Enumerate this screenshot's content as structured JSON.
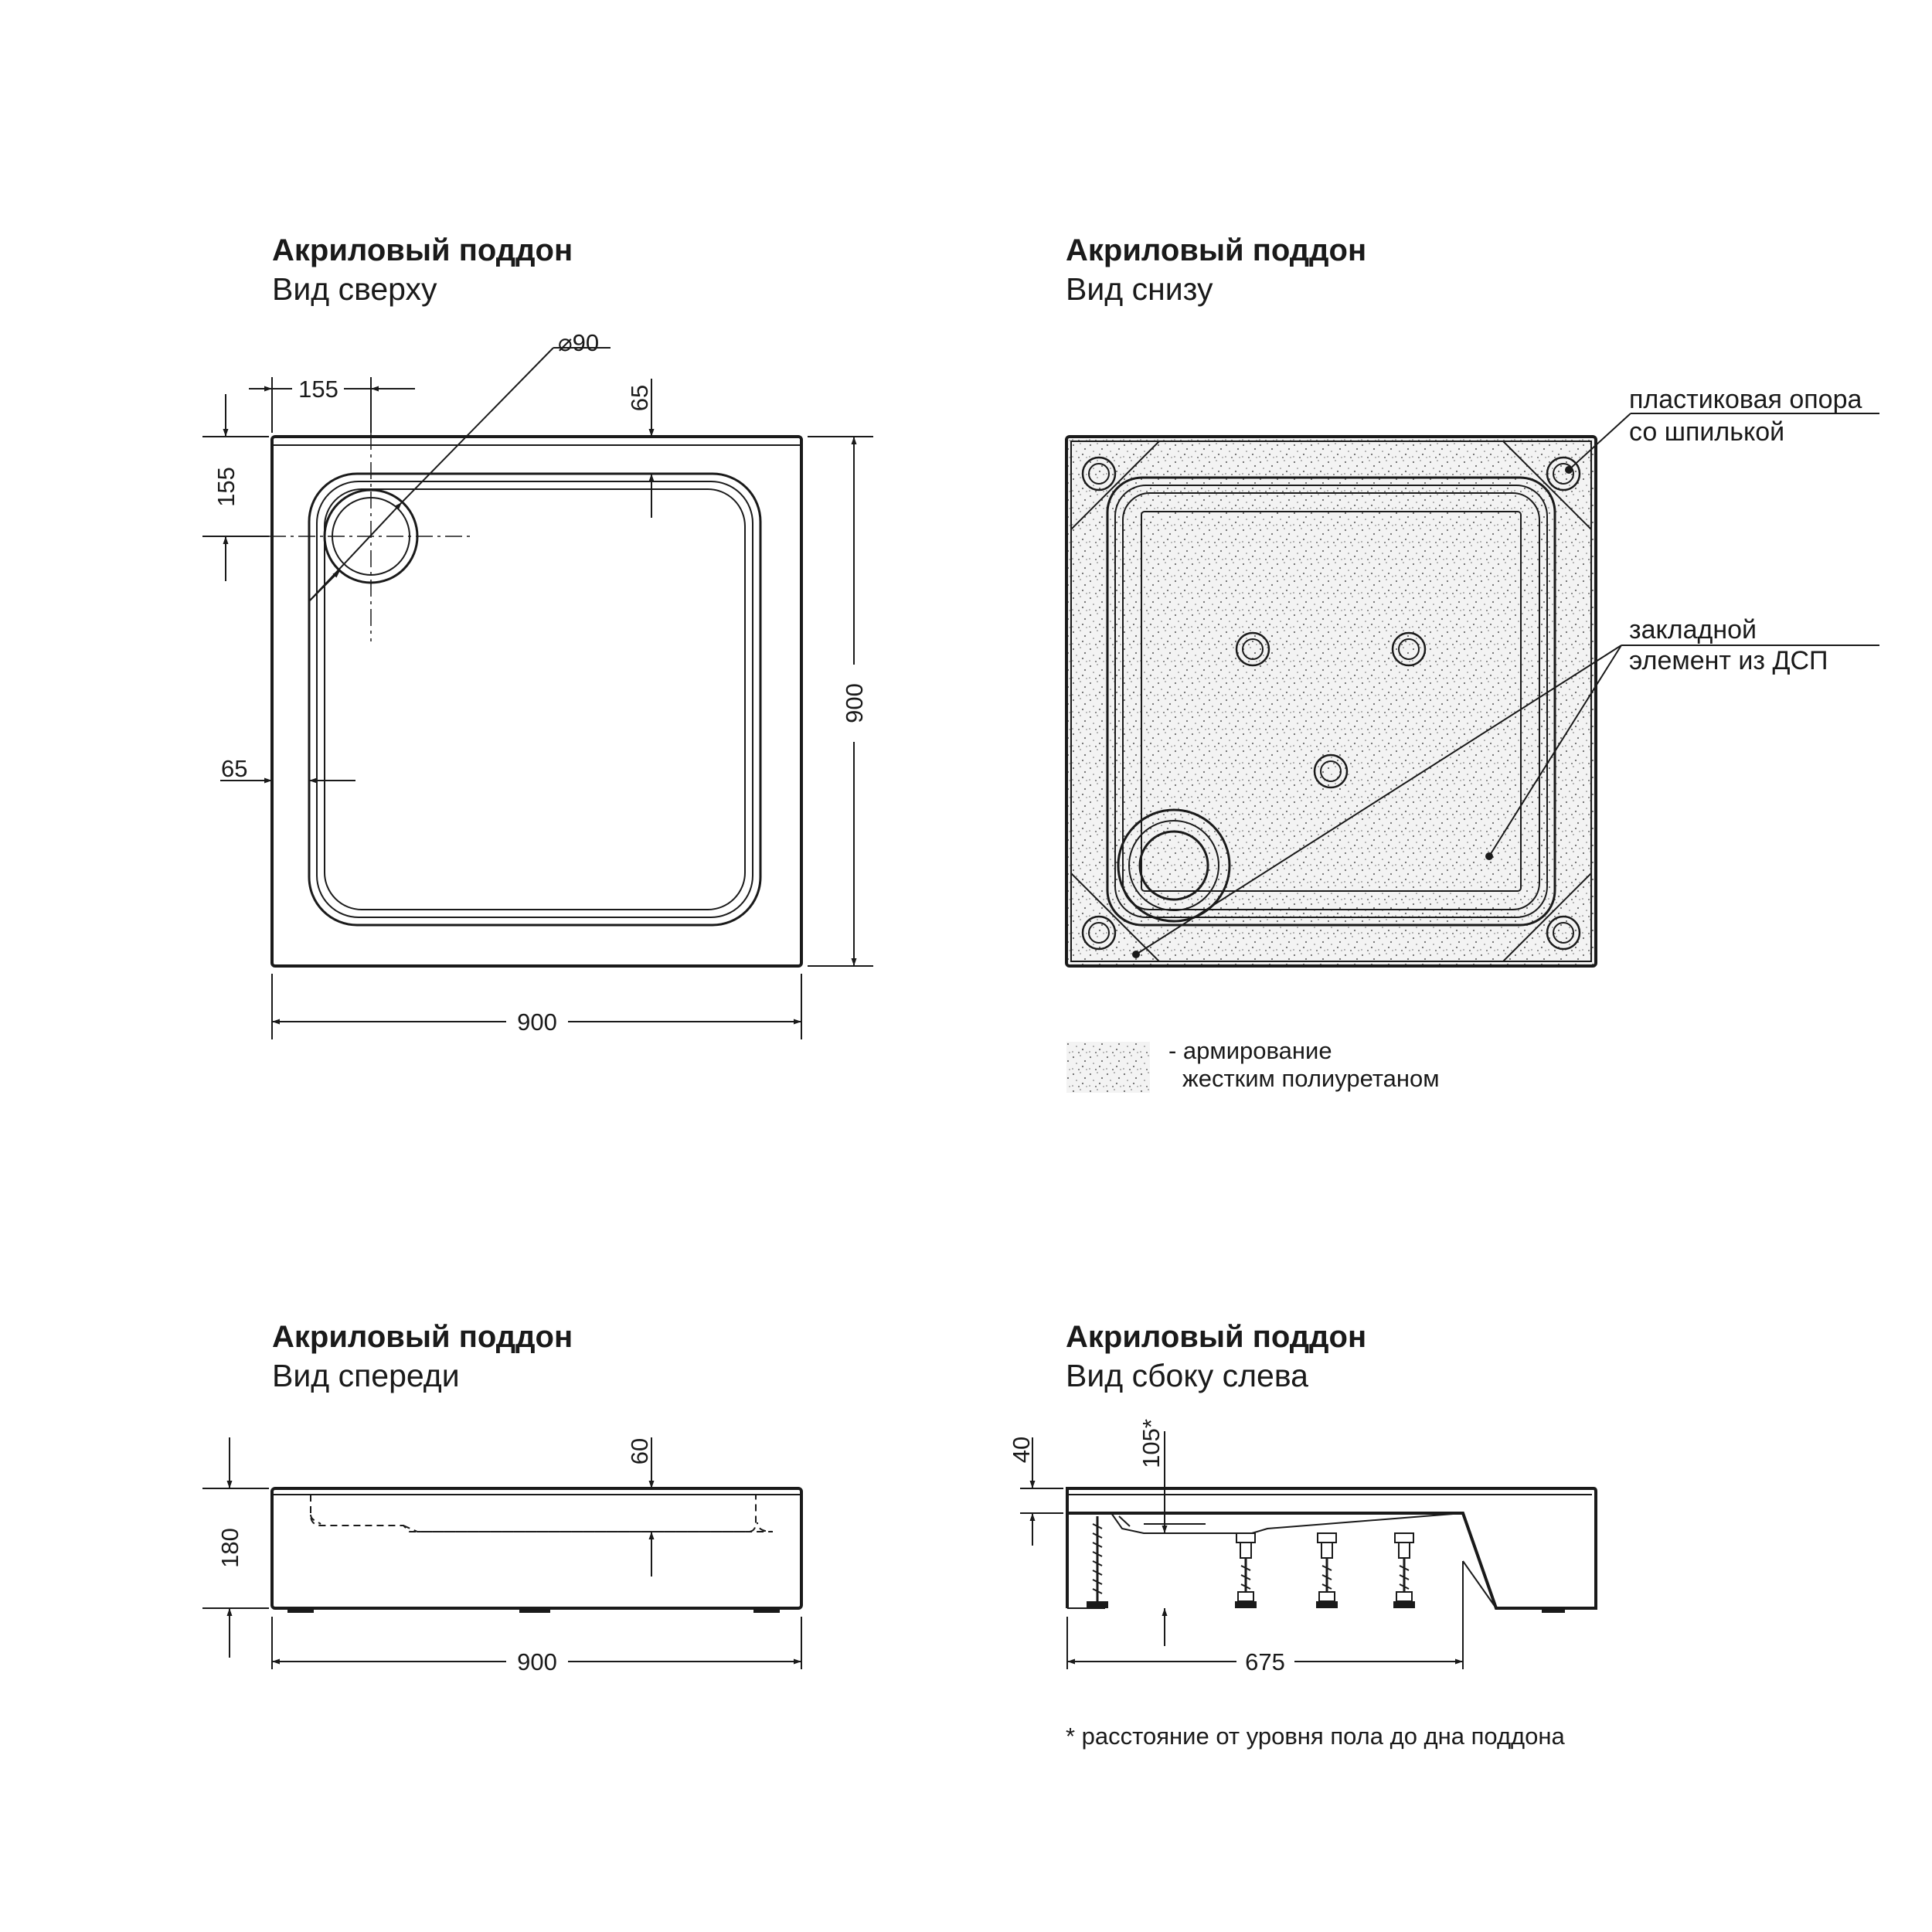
{
  "views": [
    {
      "title": "Акриловый поддон",
      "subtitle": "Вид сверху"
    },
    {
      "title": "Акриловый поддон",
      "subtitle": "Вид снизу"
    },
    {
      "title": "Акриловый поддон",
      "subtitle": "Вид спереди"
    },
    {
      "title": "Акриловый поддон",
      "subtitle": "Вид сбоку слева"
    }
  ],
  "top_view": {
    "drain_diameter": "⌀90",
    "drain_offset_x": "155",
    "drain_offset_y": "155",
    "rim_top": "65",
    "rim_left": "65",
    "height": "900",
    "width": "900"
  },
  "bottom_view": {
    "callout_support_line1": "пластиковая опора",
    "callout_support_line2": "со шпилькой",
    "callout_insert_line1": "закладной",
    "callout_insert_line2": "элемент из ДСП",
    "legend_line1": "- армирование",
    "legend_line2": "жестким полиуретаном"
  },
  "front_view": {
    "depth": "60",
    "height": "180",
    "width": "900"
  },
  "side_view": {
    "rim": "40",
    "floor_to_bottom": "105*",
    "length": "675",
    "footnote": "* расстояние от уровня пола до дна поддона"
  },
  "colors": {
    "line": "#1a1a1a",
    "foam": "#f3f3f3",
    "background": "#ffffff"
  }
}
